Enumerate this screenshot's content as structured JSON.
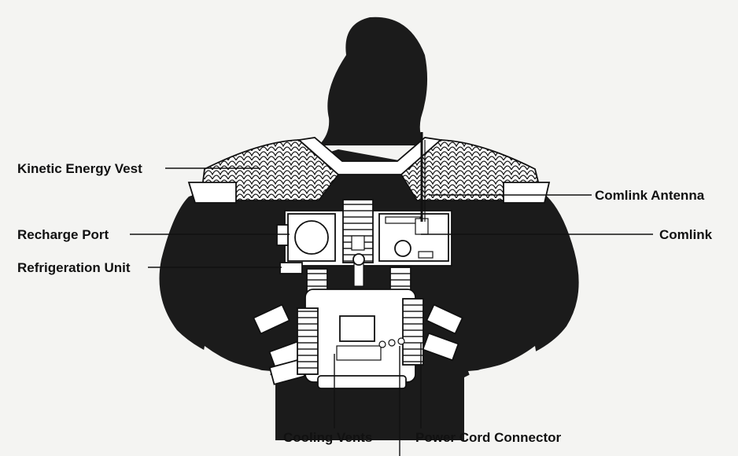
{
  "callouts": {
    "kinetic_energy_vest": "Kinetic Energy Vest",
    "recharge_port": "Recharge Port",
    "refrigeration_unit": "Refrigeration Unit",
    "comlink_antenna": "Comlink Antenna",
    "comlink": "Comlink",
    "cooling_vents": "Cooling Vents",
    "power_cord_connector": "Power Cord Connector"
  },
  "colors": {
    "ink": "#111111",
    "paper": "#f4f4f2",
    "silhouette": "#1b1b1b",
    "gear": "#ffffff"
  }
}
